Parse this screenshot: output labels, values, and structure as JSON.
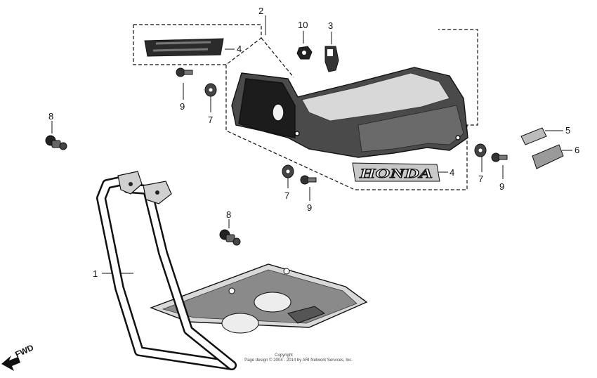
{
  "labels": {
    "c1": "1",
    "c2": "2",
    "c3": "3",
    "c4a": "4",
    "c4b": "4",
    "c5": "5",
    "c6": "6",
    "c7a": "7",
    "c7b": "7",
    "c7c": "7",
    "c8a": "8",
    "c8b": "8",
    "c9a": "9",
    "c9b": "9",
    "c9c": "9",
    "c10": "10"
  },
  "decal_text": "HONDA",
  "copyright": {
    "line1": "Copyright",
    "line2": "Page design © 2004 - 2014 by ARI Network Services, Inc."
  },
  "direction": "FWD"
}
